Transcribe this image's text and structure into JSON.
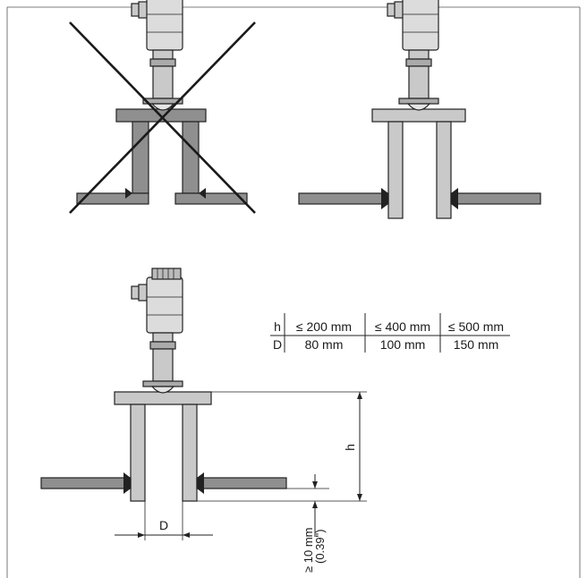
{
  "table": {
    "h_label": "h",
    "d_label": "D",
    "h_values": [
      "≤ 200 mm",
      "≤ 400 mm",
      "≤ 500 mm"
    ],
    "d_values": [
      "80 mm",
      "100 mm",
      "150 mm"
    ]
  },
  "dimensions": {
    "h": "h",
    "d": "D",
    "min_protrusion_mm": "≥ 10 mm",
    "min_protrusion_in": "(0.39\")"
  },
  "colors": {
    "nozzle_fill": "#c9c9c9",
    "tank_fill": "#8f8f8f",
    "outline": "#222222",
    "cross": "#1a1a1a"
  }
}
